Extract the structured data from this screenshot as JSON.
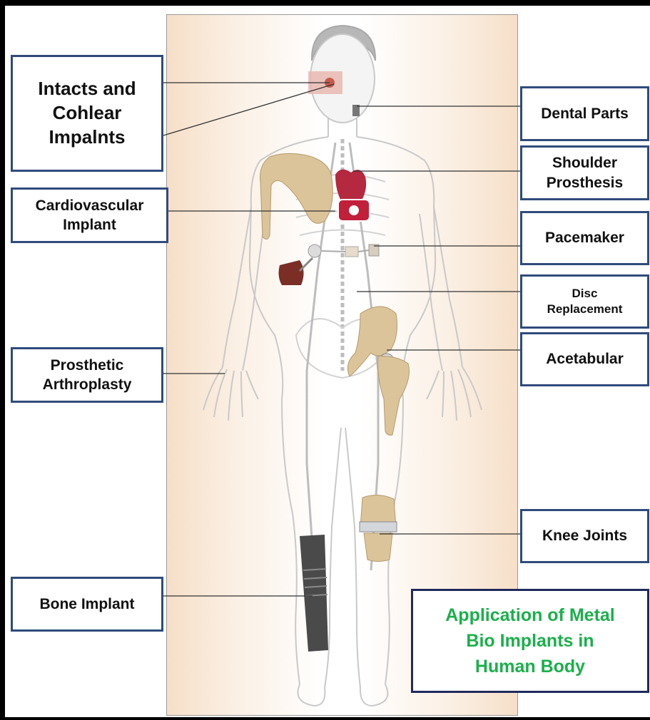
{
  "labels": {
    "cochlear": "Intacts and\nCohlear\nImpalnts",
    "cardio": "Cardiovascular\nImplant",
    "prosthetic": "Prosthetic\nArthroplasty",
    "bone": "Bone Implant",
    "dental": "Dental Parts",
    "shoulder": "Shoulder\nProsthesis",
    "pacemaker": "Pacemaker",
    "disc": "Disc\nReplacement",
    "acetabular": "Acetabular",
    "knee": "Knee Joints"
  },
  "title": "Application of Metal\nBio Implants in\nHuman Body",
  "colors": {
    "box_border": "#2f4b7c",
    "title_text": "#1ab04a",
    "panel_edge": "#f6dfc8"
  }
}
